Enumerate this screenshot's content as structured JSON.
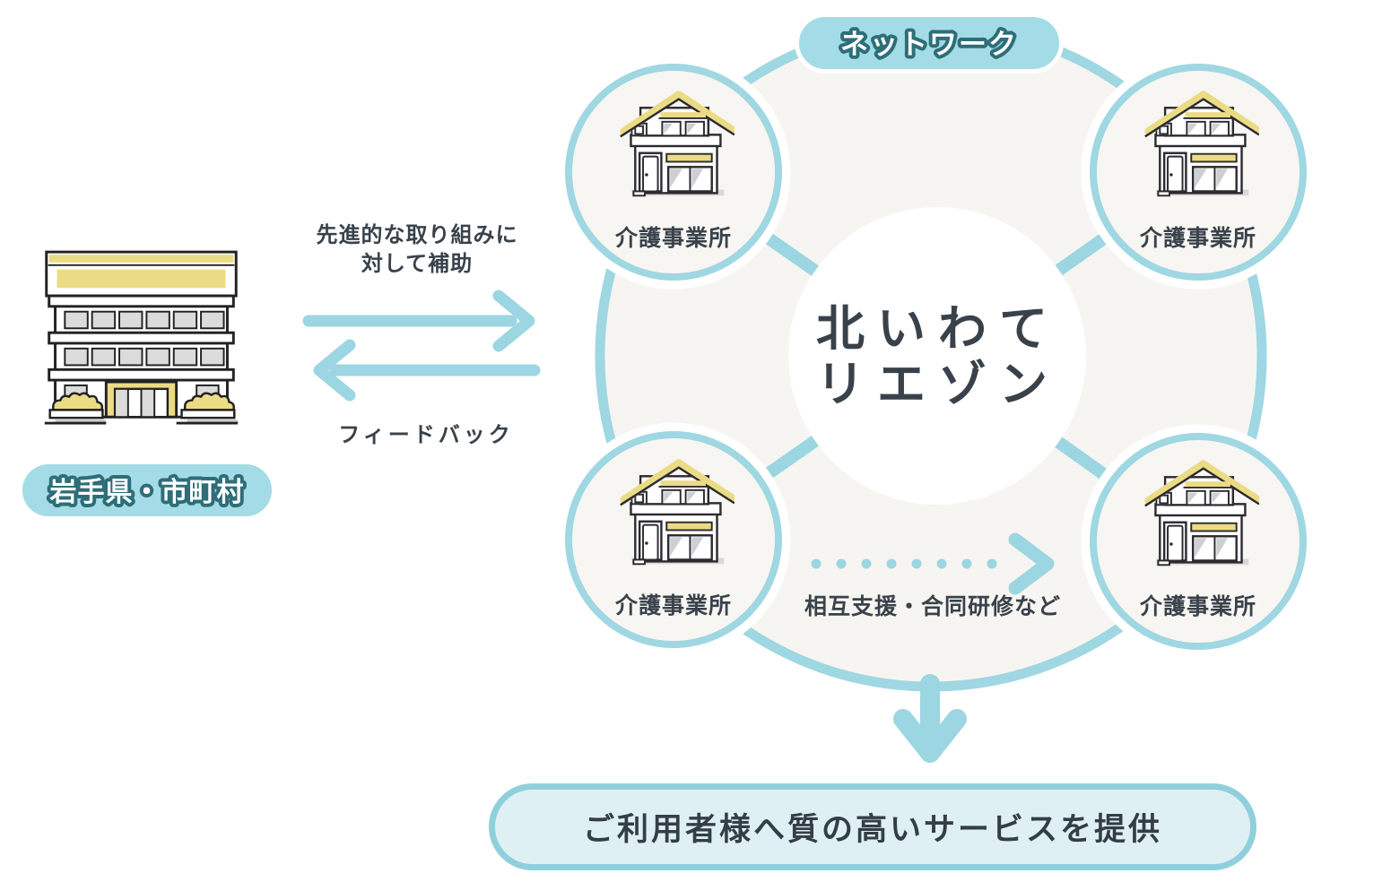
{
  "colors": {
    "accent_blue": "#9BD6E2",
    "ring_border_blue": "#9FD7E2",
    "pill_blue": "#A3DCE6",
    "pill_text_outline": "#2E6E78",
    "text_dark": "#39424B",
    "ring_fill": "#F7F5F1",
    "node_fill": "#F8F6F2",
    "icon_yellow": "#EBDB84",
    "icon_outline": "#2B2B30",
    "banner_fill": "#DFF0F5",
    "banner_border": "#8FD0DC"
  },
  "government": {
    "label": "岩手県・市町村",
    "icon": "government-building-icon"
  },
  "flows": {
    "subsidy": {
      "label_line1": "先進的な取り組みに",
      "label_line2": "対して補助",
      "direction": "government-to-network"
    },
    "feedback": {
      "label": "フィードバック",
      "direction": "network-to-government"
    }
  },
  "network": {
    "badge_label": "ネットワーク",
    "center_name_line1": "北いわて",
    "center_name_line2": "リエゾン",
    "nodes": [
      {
        "label": "介護事業所",
        "icon": "house-icon",
        "position": "top-left"
      },
      {
        "label": "介護事業所",
        "icon": "house-icon",
        "position": "top-right"
      },
      {
        "label": "介護事業所",
        "icon": "house-icon",
        "position": "bottom-left"
      },
      {
        "label": "介護事業所",
        "icon": "house-icon",
        "position": "bottom-right"
      }
    ],
    "mutual_label": "相互支援・合同研修など"
  },
  "outcome": {
    "label": "ご利用者様へ質の高いサービスを提供"
  }
}
